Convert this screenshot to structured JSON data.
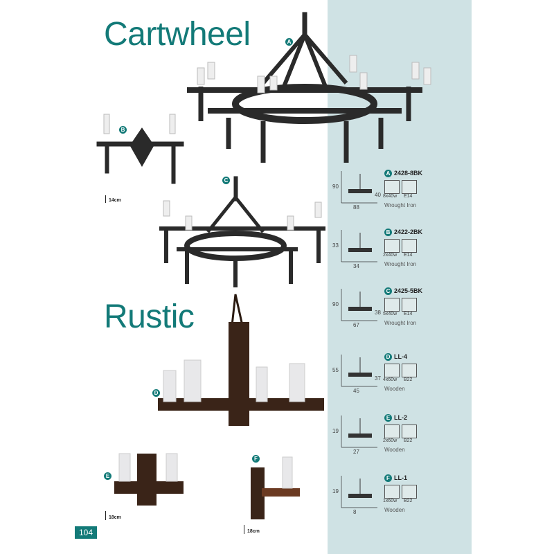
{
  "headings": {
    "cartwheel": "Cartwheel",
    "rustic": "Rustic"
  },
  "page_number": "104",
  "accent": "#137a78",
  "photo_labels": [
    "A",
    "B",
    "C",
    "D",
    "E",
    "F"
  ],
  "measure_labels": {
    "b": "14cm",
    "e": "18cm",
    "f": "18cm"
  },
  "specs": [
    {
      "letter": "A",
      "code": "2428-8BK",
      "watt": "8x40w",
      "cap": "E14",
      "material": "Wrought Iron",
      "h": "90",
      "h2": "40",
      "w": "88"
    },
    {
      "letter": "B",
      "code": "2422-2BK",
      "watt": "2x40w",
      "cap": "E14",
      "material": "Wrought Iron",
      "h": "33",
      "h2": "",
      "w": "34"
    },
    {
      "letter": "C",
      "code": "2425-5BK",
      "watt": "5x40w",
      "cap": "E14",
      "material": "Wrought Iron",
      "h": "90",
      "h2": "38",
      "w": "67"
    },
    {
      "letter": "D",
      "code": "LL-4",
      "watt": "4x60w",
      "cap": "B22",
      "material": "Wooden",
      "h": "55",
      "h2": "37",
      "w": "45"
    },
    {
      "letter": "E",
      "code": "LL-2",
      "watt": "2x60w",
      "cap": "B22",
      "material": "Wooden",
      "h": "19",
      "h2": "",
      "w": "27"
    },
    {
      "letter": "F",
      "code": "LL-1",
      "watt": "1x60w",
      "cap": "B22",
      "material": "Wooden",
      "h": "19",
      "h2": "",
      "w": "8"
    }
  ]
}
